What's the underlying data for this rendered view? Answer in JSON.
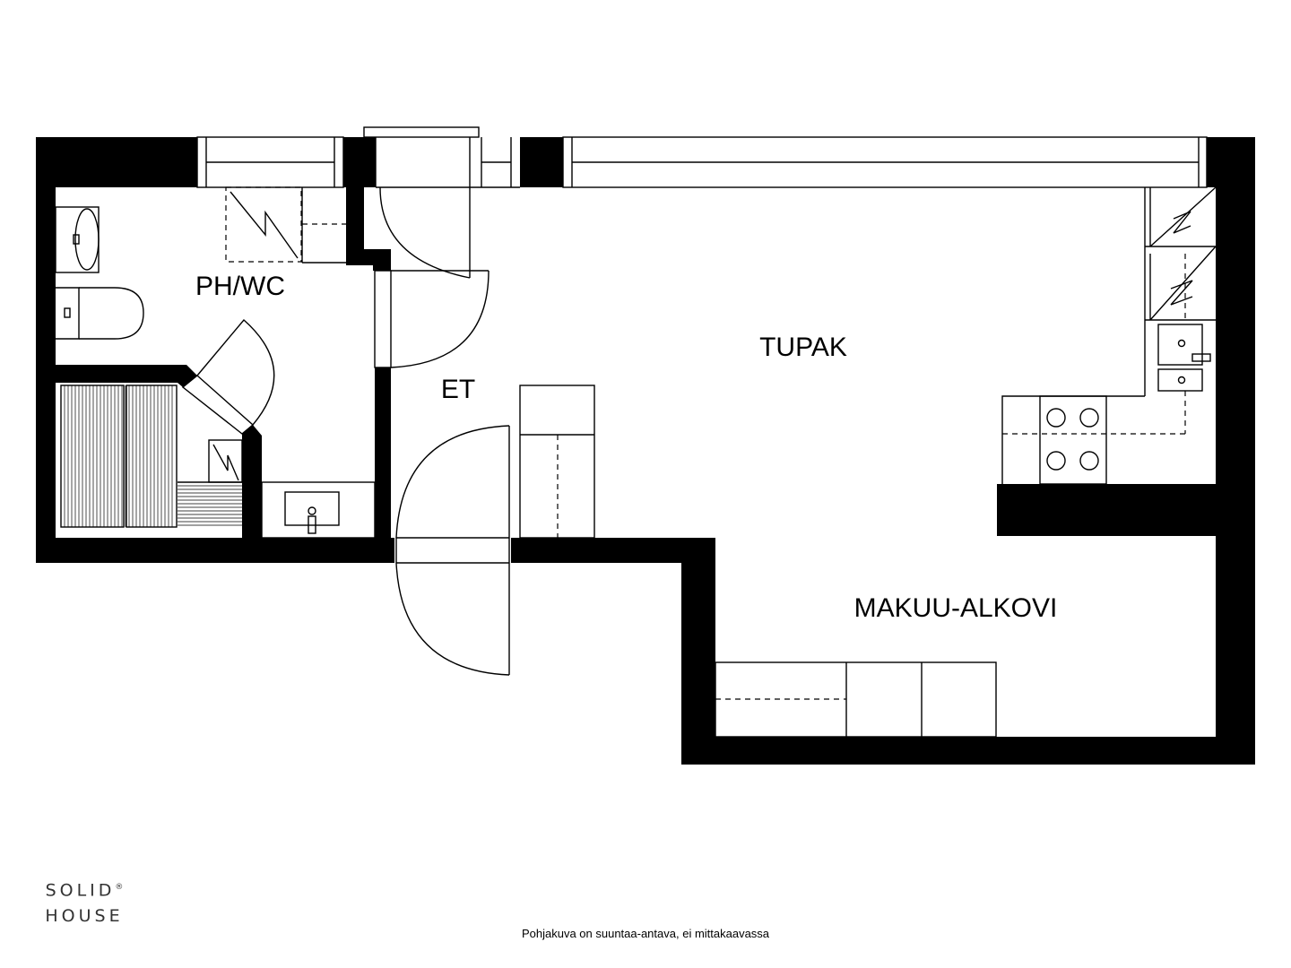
{
  "rooms": {
    "bath": "PH/WC",
    "living": "TUPAK",
    "hall": "ET",
    "alcove": "MAKUU-ALKOVI"
  },
  "logo": {
    "line1": "SOLID",
    "mark": "®",
    "line2": "HOUSE"
  },
  "caption": "Pohjakuva on suuntaa-antava, ei mittakaavassa"
}
